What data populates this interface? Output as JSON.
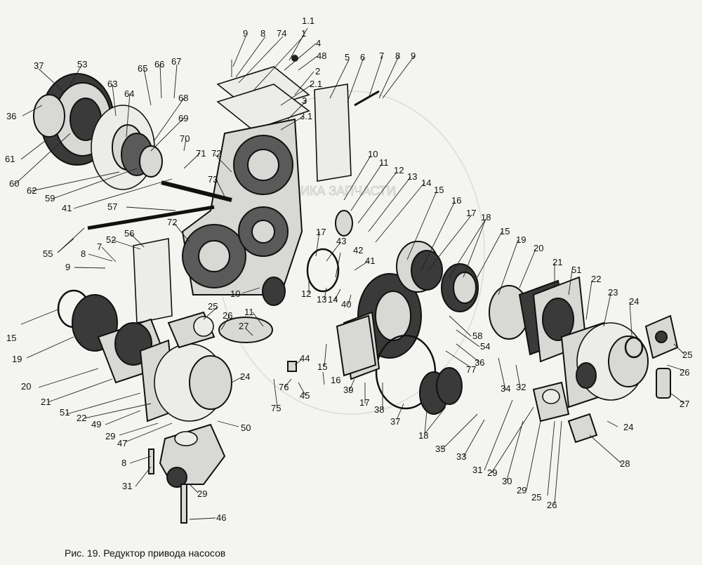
{
  "caption": "Рис. 19. Редуктор привода насосов",
  "watermark": "ТЕХНИКА ЗАПЧАСТИ",
  "callouts": [
    {
      "id": "c-1-1",
      "text": "1.1"
    },
    {
      "id": "c-9a",
      "text": "9"
    },
    {
      "id": "c-8a",
      "text": "8"
    },
    {
      "id": "c-74",
      "text": "74"
    },
    {
      "id": "c-1",
      "text": "1"
    },
    {
      "id": "c-4",
      "text": "4"
    },
    {
      "id": "c-48",
      "text": "48"
    },
    {
      "id": "c-2",
      "text": "2"
    },
    {
      "id": "c-2-1",
      "text": "2.1"
    },
    {
      "id": "c-3",
      "text": "3"
    },
    {
      "id": "c-3-1",
      "text": "3.1"
    },
    {
      "id": "c-5",
      "text": "5"
    },
    {
      "id": "c-6",
      "text": "6"
    },
    {
      "id": "c-7a",
      "text": "7"
    },
    {
      "id": "c-8b",
      "text": "8"
    },
    {
      "id": "c-9b",
      "text": "9"
    },
    {
      "id": "c-37a",
      "text": "37"
    },
    {
      "id": "c-53",
      "text": "53"
    },
    {
      "id": "c-65",
      "text": "65"
    },
    {
      "id": "c-66",
      "text": "66"
    },
    {
      "id": "c-67",
      "text": "67"
    },
    {
      "id": "c-63",
      "text": "63"
    },
    {
      "id": "c-64",
      "text": "64"
    },
    {
      "id": "c-68",
      "text": "68"
    },
    {
      "id": "c-36a",
      "text": "36"
    },
    {
      "id": "c-69",
      "text": "69"
    },
    {
      "id": "c-70",
      "text": "70"
    },
    {
      "id": "c-61",
      "text": "61"
    },
    {
      "id": "c-71",
      "text": "71"
    },
    {
      "id": "c-72a",
      "text": "72"
    },
    {
      "id": "c-60",
      "text": "60"
    },
    {
      "id": "c-62",
      "text": "62"
    },
    {
      "id": "c-73",
      "text": "73"
    },
    {
      "id": "c-59",
      "text": "59"
    },
    {
      "id": "c-41a",
      "text": "41"
    },
    {
      "id": "c-57",
      "text": "57"
    },
    {
      "id": "c-72b",
      "text": "72"
    },
    {
      "id": "c-56",
      "text": "56"
    },
    {
      "id": "c-55",
      "text": "55"
    },
    {
      "id": "c-52",
      "text": "52"
    },
    {
      "id": "c-7b",
      "text": "7"
    },
    {
      "id": "c-8c",
      "text": "8"
    },
    {
      "id": "c-9c",
      "text": "9"
    },
    {
      "id": "c-10a",
      "text": "10"
    },
    {
      "id": "c-11a",
      "text": "11"
    },
    {
      "id": "c-12a",
      "text": "12"
    },
    {
      "id": "c-13a",
      "text": "13"
    },
    {
      "id": "c-14a",
      "text": "14"
    },
    {
      "id": "c-15a",
      "text": "15"
    },
    {
      "id": "c-16a",
      "text": "16"
    },
    {
      "id": "c-17a",
      "text": "17"
    },
    {
      "id": "c-18a",
      "text": "18"
    },
    {
      "id": "c-43",
      "text": "43"
    },
    {
      "id": "c-42",
      "text": "42"
    },
    {
      "id": "c-17b",
      "text": "17"
    },
    {
      "id": "c-41b",
      "text": "41"
    },
    {
      "id": "c-15b",
      "text": "15"
    },
    {
      "id": "c-19a",
      "text": "19"
    },
    {
      "id": "c-20a",
      "text": "20"
    },
    {
      "id": "c-21a",
      "text": "21"
    },
    {
      "id": "c-51a",
      "text": "51"
    },
    {
      "id": "c-22a",
      "text": "22"
    },
    {
      "id": "c-23",
      "text": "23"
    },
    {
      "id": "c-24a",
      "text": "24"
    },
    {
      "id": "c-10b",
      "text": "10"
    },
    {
      "id": "c-12b",
      "text": "12"
    },
    {
      "id": "c-13b",
      "text": "13"
    },
    {
      "id": "c-14b",
      "text": "14"
    },
    {
      "id": "c-40",
      "text": "40"
    },
    {
      "id": "c-25a",
      "text": "25"
    },
    {
      "id": "c-26a",
      "text": "26"
    },
    {
      "id": "c-11b",
      "text": "11"
    },
    {
      "id": "c-27a",
      "text": "27"
    },
    {
      "id": "c-15c",
      "text": "15"
    },
    {
      "id": "c-19b",
      "text": "19"
    },
    {
      "id": "c-58",
      "text": "58"
    },
    {
      "id": "c-54",
      "text": "54"
    },
    {
      "id": "c-36b",
      "text": "36"
    },
    {
      "id": "c-77",
      "text": "77"
    },
    {
      "id": "c-25b",
      "text": "25"
    },
    {
      "id": "c-26b",
      "text": "26"
    },
    {
      "id": "c-27b",
      "text": "27"
    },
    {
      "id": "c-20b",
      "text": "20"
    },
    {
      "id": "c-44",
      "text": "44"
    },
    {
      "id": "c-24b",
      "text": "24"
    },
    {
      "id": "c-15d",
      "text": "15"
    },
    {
      "id": "c-16b",
      "text": "16"
    },
    {
      "id": "c-76",
      "text": "76"
    },
    {
      "id": "c-39",
      "text": "39"
    },
    {
      "id": "c-45",
      "text": "45"
    },
    {
      "id": "c-17c",
      "text": "17"
    },
    {
      "id": "c-34",
      "text": "34"
    },
    {
      "id": "c-32",
      "text": "32"
    },
    {
      "id": "c-21b",
      "text": "21"
    },
    {
      "id": "c-51b",
      "text": "51"
    },
    {
      "id": "c-22b",
      "text": "22"
    },
    {
      "id": "c-75",
      "text": "75"
    },
    {
      "id": "c-38",
      "text": "38"
    },
    {
      "id": "c-37b",
      "text": "37"
    },
    {
      "id": "c-24c",
      "text": "24"
    },
    {
      "id": "c-49",
      "text": "49"
    },
    {
      "id": "c-50",
      "text": "50"
    },
    {
      "id": "c-29a",
      "text": "29"
    },
    {
      "id": "c-47",
      "text": "47"
    },
    {
      "id": "c-18b",
      "text": "18"
    },
    {
      "id": "c-35",
      "text": "35"
    },
    {
      "id": "c-33",
      "text": "33"
    },
    {
      "id": "c-8d",
      "text": "8"
    },
    {
      "id": "c-31a",
      "text": "31"
    },
    {
      "id": "c-29b",
      "text": "29"
    },
    {
      "id": "c-28",
      "text": "28"
    },
    {
      "id": "c-30",
      "text": "30"
    },
    {
      "id": "c-29c",
      "text": "29"
    },
    {
      "id": "c-25c",
      "text": "25"
    },
    {
      "id": "c-31b",
      "text": "31"
    },
    {
      "id": "c-29d",
      "text": "29"
    },
    {
      "id": "c-26c",
      "text": "26"
    },
    {
      "id": "c-46",
      "text": "46"
    }
  ]
}
